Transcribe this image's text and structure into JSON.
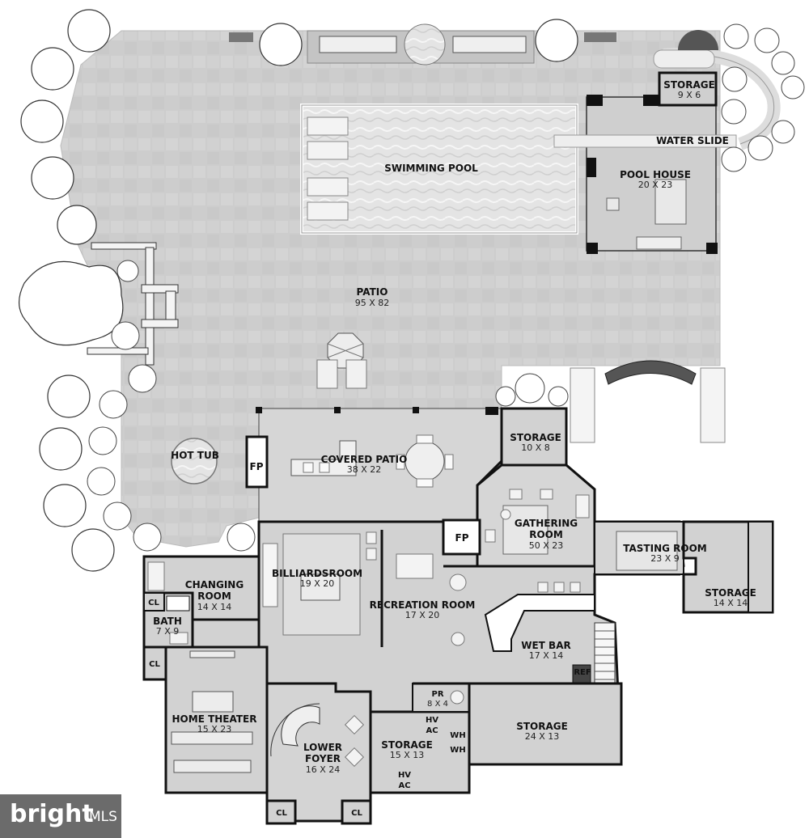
{
  "rooms": {
    "storage_top": {
      "name": "STORAGE",
      "dim": "9 X 6"
    },
    "water_slide": {
      "name": "WATER SLIDE"
    },
    "swimming_pool": {
      "name": "SWIMMING POOL"
    },
    "pool_house": {
      "name": "POOL HOUSE",
      "dim": "20 X 23"
    },
    "patio": {
      "name": "PATIO",
      "dim": "95 X 82"
    },
    "hot_tub": {
      "name": "HOT TUB"
    },
    "fp_patio": {
      "name": "FP"
    },
    "covered_patio": {
      "name": "COVERED PATIO",
      "dim": "38 X 22"
    },
    "storage_mid": {
      "name": "STORAGE",
      "dim": "10 X 8"
    },
    "gathering_room": {
      "name": "GATHERING",
      "name2": "ROOM",
      "dim": "50 X 23"
    },
    "fp_gathering": {
      "name": "FP"
    },
    "tasting_room": {
      "name": "TASTING ROOM",
      "dim": "23 X 9"
    },
    "storage_right": {
      "name": "STORAGE",
      "dim": "14 X 14"
    },
    "changing_room": {
      "name": "CHANGING",
      "name2": "ROOM",
      "dim": "14 X 14"
    },
    "billiards_room": {
      "name": "BILLIARDSROOM",
      "dim": "19 X 20"
    },
    "recreation_room": {
      "name": "RECREATION ROOM",
      "dim": "17 X 20"
    },
    "wet_bar": {
      "name": "WET BAR",
      "dim": "17 X 14"
    },
    "ref": {
      "name": "REF"
    },
    "cl_bath": {
      "name": "CL"
    },
    "bath": {
      "name": "BATH",
      "dim": "7 X 9"
    },
    "cl_theater": {
      "name": "CL"
    },
    "pr": {
      "name": "PR",
      "dim": "8 X 4"
    },
    "hv_ac_top": {
      "name": "HV",
      "name2": "AC"
    },
    "wh_top": {
      "name": "WH"
    },
    "wh_bottom": {
      "name": "WH"
    },
    "home_theater": {
      "name": "HOME THEATER",
      "dim": "15 X 23"
    },
    "lower_foyer": {
      "name": "LOWER",
      "name2": "FOYER",
      "dim": "16 X 24"
    },
    "storage_center": {
      "name": "STORAGE",
      "dim": "15 X 13"
    },
    "hv_ac_bottom": {
      "name": "HV",
      "name2": "AC"
    },
    "storage_bottom": {
      "name": "STORAGE",
      "dim": "24 X 13"
    },
    "cl_foyer_left": {
      "name": "CL"
    },
    "cl_foyer_right": {
      "name": "CL"
    }
  },
  "logo": {
    "brand": "bright",
    "suffix": "MLS"
  },
  "colors": {
    "patio": "#cfcfcf",
    "pool": "#e6e6e6",
    "interior": "#d2d2d2",
    "wall": "#111111",
    "logo_bg": "#6b6b6b"
  }
}
